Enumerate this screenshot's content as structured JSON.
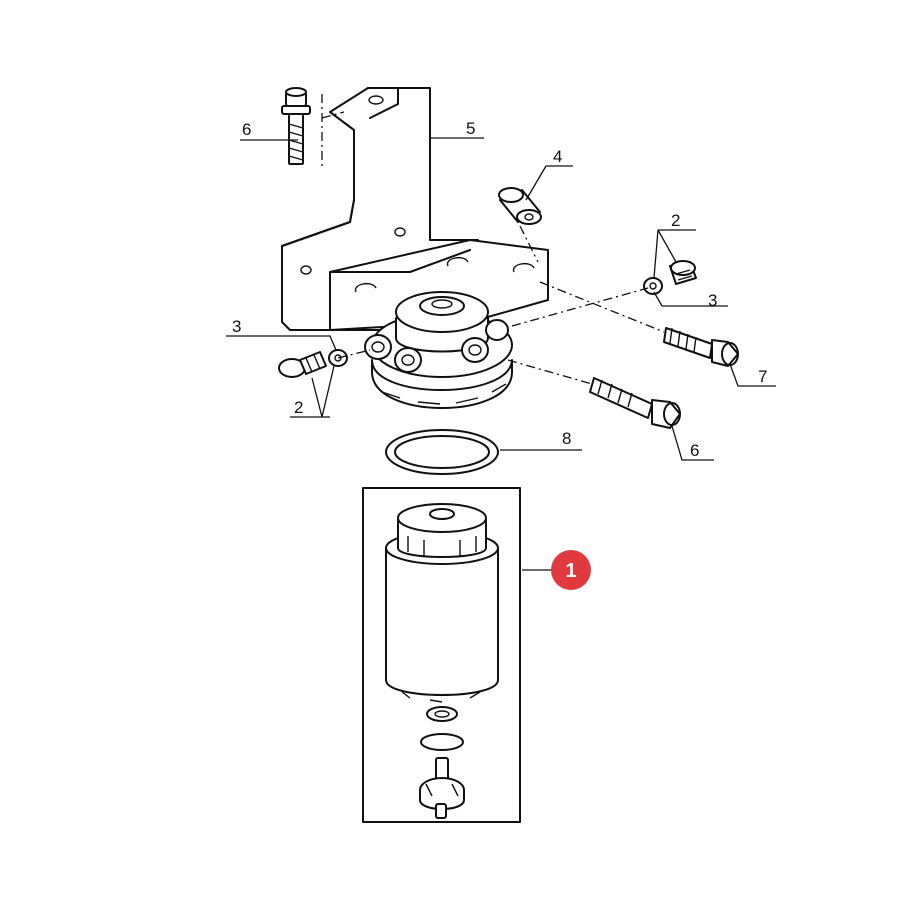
{
  "diagram": {
    "callouts": [
      {
        "id": "c6a",
        "label": "6"
      },
      {
        "id": "c5",
        "label": "5"
      },
      {
        "id": "c4",
        "label": "4"
      },
      {
        "id": "c2a",
        "label": "2"
      },
      {
        "id": "c3a",
        "label": "3"
      },
      {
        "id": "c3b",
        "label": "3"
      },
      {
        "id": "c2b",
        "label": "2"
      },
      {
        "id": "c7",
        "label": "7"
      },
      {
        "id": "c6b",
        "label": "6"
      },
      {
        "id": "c8",
        "label": "8"
      }
    ],
    "highlight": {
      "label": "1",
      "color": "#e03a3e"
    }
  }
}
